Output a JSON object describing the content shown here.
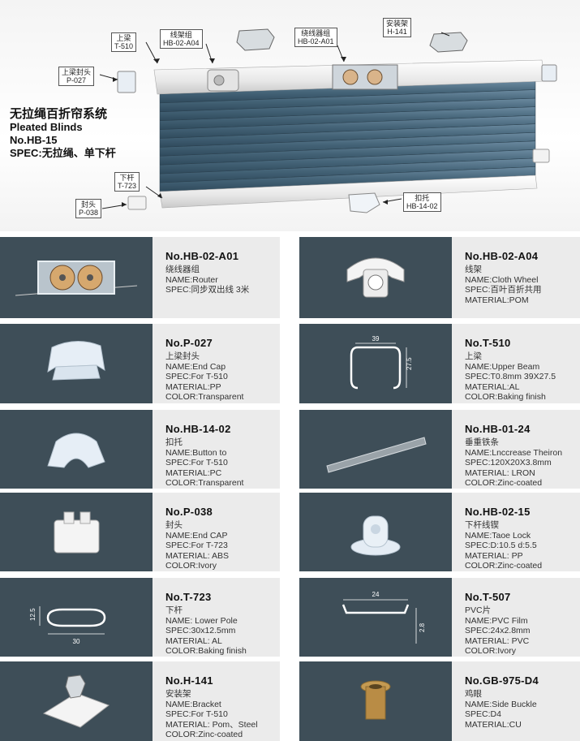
{
  "hero": {
    "title_cn": "无拉绳百折帘系统",
    "title_en": "Pleated Blinds",
    "model": "No.HB-15",
    "spec": "SPEC:无拉绳、单下杆",
    "callouts": [
      {
        "name": "上梁",
        "code": "T-510"
      },
      {
        "name": "线架组",
        "code": "HB-02-A04"
      },
      {
        "name": "绕线器组",
        "code": "HB-02-A01"
      },
      {
        "name": "安装架",
        "code": "H-141"
      },
      {
        "name": "上梁封头",
        "code": "P-027"
      },
      {
        "name": "下杆",
        "code": "T-723"
      },
      {
        "name": "封头",
        "code": "P-038"
      },
      {
        "name": "扣托",
        "code": "HB-14-02"
      }
    ]
  },
  "products": [
    {
      "code": "No.HB-02-A01",
      "lines": [
        "绕线器组",
        "NAME:Router",
        "SPEC:同步双出线 3米"
      ],
      "icon": "router-icon"
    },
    {
      "code": "No.HB-02-A04",
      "lines": [
        "线架",
        "NAME:Cloth Wheel",
        "SPEC:百叶百折共用",
        "MATERIAL:POM"
      ],
      "icon": "cloth-wheel-icon"
    },
    {
      "code": "No.P-027",
      "lines": [
        "上梁封头",
        "NAME:End Cap",
        "SPEC:For T-510",
        "MATERIAL:PP",
        "COLOR:Transparent"
      ],
      "icon": "end-cap-transparent-icon"
    },
    {
      "code": "No.T-510",
      "lines": [
        "上梁",
        "NAME:Upper Beam",
        "SPEC:T0.8mm 39X27.5",
        "MATERIAL:AL",
        "COLOR:Baking finish"
      ],
      "icon": "upper-beam-profile-icon",
      "dims": {
        "w": "39",
        "h": "27.5"
      }
    },
    {
      "code": "No.HB-14-02",
      "lines": [
        "扣托",
        "NAME:Button to",
        "SPEC:For T-510",
        "MATERIAL:PC",
        "COLOR:Transparent"
      ],
      "icon": "button-clip-icon"
    },
    {
      "code": "No.HB-01-24",
      "lines": [
        "垂重铁条",
        "NAME:Lnccrease Theiron",
        "SPEC:120X20X3.8mm",
        "MATERIAL: LRON",
        "COLOR:Zinc-coated"
      ],
      "icon": "iron-strip-icon"
    },
    {
      "code": "No.P-038",
      "lines": [
        "封头",
        "NAME:End CAP",
        "SPEC:For T-723",
        "MATERIAL: ABS",
        "COLOR:Ivory"
      ],
      "icon": "end-cap-ivory-icon"
    },
    {
      "code": "No.HB-02-15",
      "lines": [
        "下杆线锲",
        "NAME:Taoe Lock",
        "SPEC:D:10.5 d:5.5",
        "MATERIAL: PP",
        "COLOR:Zinc-coated"
      ],
      "icon": "tape-lock-icon"
    },
    {
      "code": "No.T-723",
      "lines": [
        "下杆",
        "NAME: Lower Pole",
        "SPEC:30x12.5mm",
        "MATERIAL: AL",
        "COLOR:Baking finish"
      ],
      "icon": "lower-pole-profile-icon",
      "dims": {
        "w": "30",
        "h": "12.5"
      }
    },
    {
      "code": "No.T-507",
      "lines": [
        "PVC片",
        "NAME:PVC Film",
        "SPEC:24x2.8mm",
        "MATERIAL: PVC",
        "COLOR:Ivory"
      ],
      "icon": "pvc-film-profile-icon",
      "dims": {
        "w": "24",
        "h": "2.8"
      }
    },
    {
      "code": "No.H-141",
      "lines": [
        "安装架",
        "NAME:Bracket",
        "SPEC:For T-510",
        "MATERIAL: Pom、Steel",
        "COLOR:Zinc-coated"
      ],
      "icon": "bracket-icon"
    },
    {
      "code": "No.GB-975-D4",
      "lines": [
        "鸡眼",
        "NAME:Side Buckle",
        "SPEC:D4",
        "MATERIAL:CU"
      ],
      "icon": "eyelet-icon"
    }
  ],
  "colors": {
    "image_bg": "#3e4e58",
    "text_bg": "#ebebeb",
    "blind_blue": "#4c6c82"
  }
}
